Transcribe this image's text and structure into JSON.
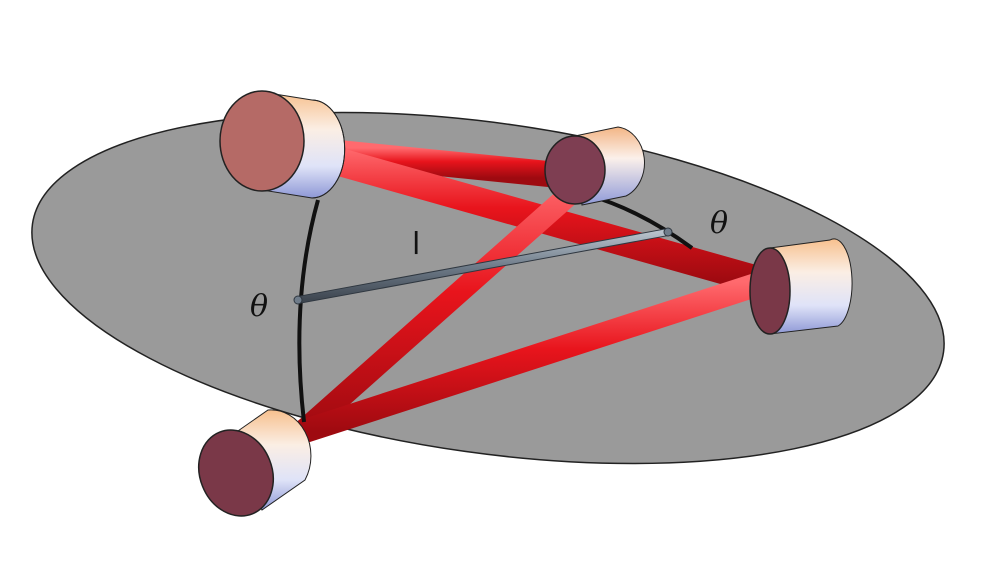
{
  "labels": {
    "theta_left": "θ",
    "theta_right": "θ",
    "length": "l"
  },
  "colors": {
    "disk_fill": "#9a9a9a",
    "disk_stroke": "#222222",
    "tube": "#e8141c",
    "tube_highlight": "#ff5a5e",
    "tube_shadow": "#a90b12",
    "arc": "#111111",
    "rod": "#6f7c8a",
    "cylinder_face": "#7a3a48",
    "cylinder_side_light": "#f4e6ea",
    "cylinder_side_warm": "#f3c49a",
    "cylinder_side_cool": "#9aa6de"
  }
}
